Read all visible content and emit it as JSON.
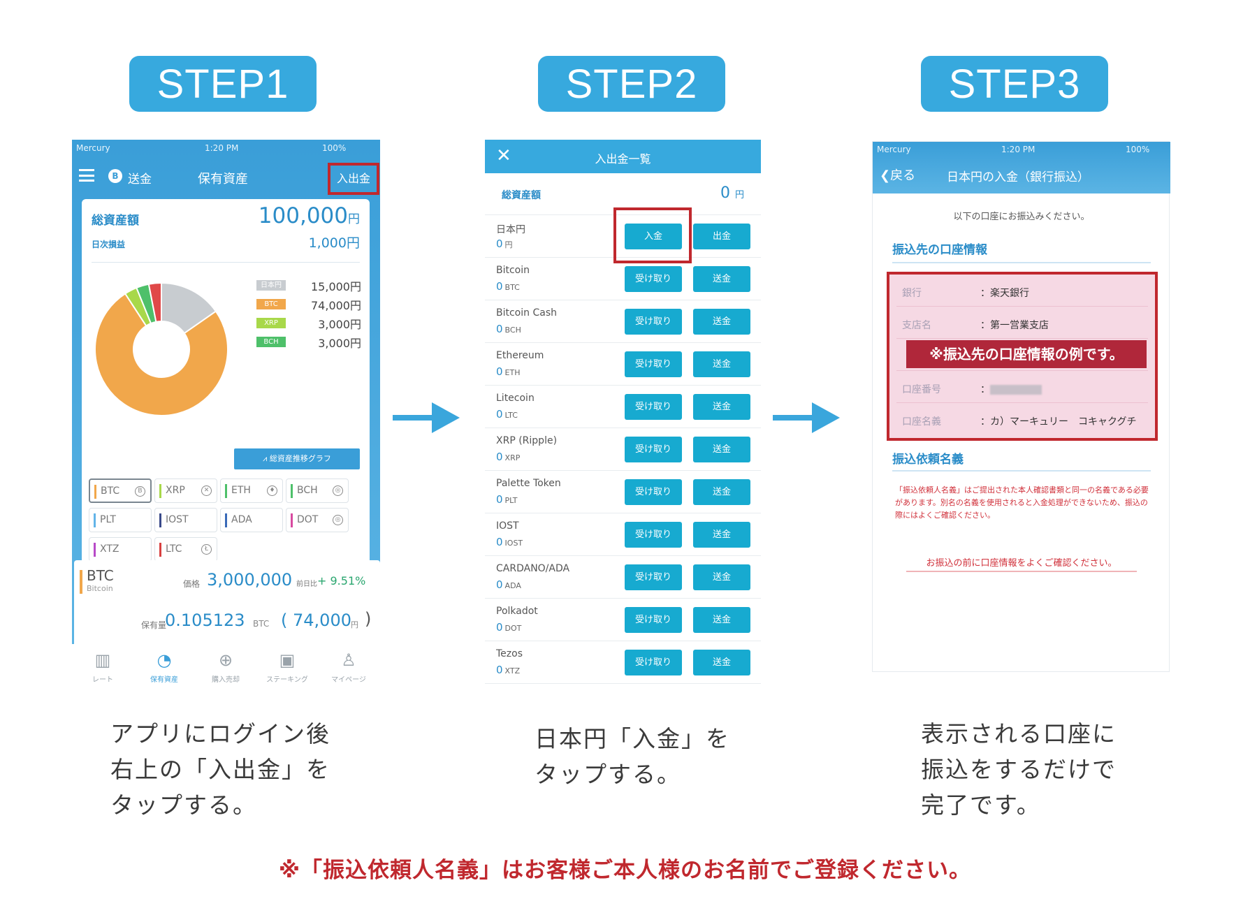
{
  "steps": [
    {
      "label": "STEP1",
      "caption": [
        "アプリにログイン後",
        "右上の「入出金」を",
        "タップする。"
      ]
    },
    {
      "label": "STEP2",
      "caption": [
        "日本円「入金」を",
        "タップする。"
      ]
    },
    {
      "label": "STEP3",
      "caption": [
        "表示される口座に",
        "振込をするだけで",
        "完了です。"
      ]
    }
  ],
  "footer_note": "※「振込依頼人名義」はお客様ご本人様のお名前でご登録ください。",
  "colors": {
    "step_badge": "#37a9de",
    "highlight": "#c0282e",
    "app_blue": "#3a9ed8"
  },
  "phone1": {
    "status": {
      "carrier": "Mercury",
      "time": "1:20 PM",
      "battery": "100%"
    },
    "nav": {
      "send_label": "送金",
      "title": "保有資産",
      "deposit_button": "入出金",
      "send_icon": "bitcoin-icon"
    },
    "total_label": "総資産額",
    "total_value": "100,000",
    "total_unit": "円",
    "daily_label": "日次損益",
    "daily_value": "1,000円",
    "allocation": [
      {
        "name": "日本円",
        "amount": "15,000円",
        "value": 15000,
        "color": "#c8ccd0"
      },
      {
        "name": "BTC",
        "amount": "74,000円",
        "value": 74000,
        "color": "#f1a74b"
      },
      {
        "name": "XRP",
        "amount": "3,000円",
        "value": 3000,
        "color": "#a8d84a"
      },
      {
        "name": "BCH",
        "amount": "3,000円",
        "value": 3000,
        "color": "#4ec06a"
      },
      {
        "name": "",
        "amount": "",
        "value": 3000,
        "color": "#e04848"
      }
    ],
    "graph_button": "総資産推移グラフ",
    "coins": [
      {
        "name": "BTC",
        "color": "#f1a74b",
        "icon": "B"
      },
      {
        "name": "XRP",
        "color": "#a8d84a",
        "icon": "✕"
      },
      {
        "name": "ETH",
        "color": "#4ec06a",
        "icon": "♦"
      },
      {
        "name": "BCH",
        "color": "#4ec06a",
        "icon": "◎"
      },
      {
        "name": "PLT",
        "color": "#62b4e8",
        "icon": ""
      },
      {
        "name": "IOST",
        "color": "#3a4a8a",
        "icon": ""
      },
      {
        "name": "ADA",
        "color": "#3a6ab8",
        "icon": ""
      },
      {
        "name": "DOT",
        "color": "#d84aa0",
        "icon": "◎"
      },
      {
        "name": "XTZ",
        "color": "#b84ac8",
        "icon": ""
      },
      {
        "name": "LTC",
        "color": "#d84040",
        "icon": "Ł"
      }
    ],
    "btc": {
      "name": "BTC",
      "sub": "Bitcoin",
      "price_label": "価格",
      "price": "3,000,000",
      "change_label": "前日比",
      "change": "+ 9.51%",
      "holding_label": "保有量",
      "holding": "0.105123",
      "holding_unit": "BTC",
      "jpy_open": "(",
      "jpy_value": "74,000",
      "jpy_unit": "円",
      "jpy_close": ")"
    },
    "tabs": [
      {
        "label": "レート",
        "icon": "chart-icon",
        "glyph": "▥"
      },
      {
        "label": "保有資産",
        "icon": "pie-icon",
        "glyph": "◔"
      },
      {
        "label": "購入売却",
        "icon": "plus-circle-icon",
        "glyph": "⊕"
      },
      {
        "label": "ステーキング",
        "icon": "safe-icon",
        "glyph": "▣"
      },
      {
        "label": "マイページ",
        "icon": "user-icon",
        "glyph": "♙"
      }
    ]
  },
  "phone2": {
    "header_title": "入出金一覧",
    "close_glyph": "✕",
    "total_label": "総資産額",
    "total_value": "0",
    "total_unit": "円",
    "rows": [
      {
        "name": "日本円",
        "amount": "0",
        "unit": "円",
        "btn_a": "入金",
        "btn_b": "出金"
      },
      {
        "name": "Bitcoin",
        "amount": "0",
        "unit": "BTC",
        "btn_a": "受け取り",
        "btn_b": "送金"
      },
      {
        "name": "Bitcoin Cash",
        "amount": "0",
        "unit": "BCH",
        "btn_a": "受け取り",
        "btn_b": "送金"
      },
      {
        "name": "Ethereum",
        "amount": "0",
        "unit": "ETH",
        "btn_a": "受け取り",
        "btn_b": "送金"
      },
      {
        "name": "Litecoin",
        "amount": "0",
        "unit": "LTC",
        "btn_a": "受け取り",
        "btn_b": "送金"
      },
      {
        "name": "XRP (Ripple)",
        "amount": "0",
        "unit": "XRP",
        "btn_a": "受け取り",
        "btn_b": "送金"
      },
      {
        "name": "Palette Token",
        "amount": "0",
        "unit": "PLT",
        "btn_a": "受け取り",
        "btn_b": "送金"
      },
      {
        "name": "IOST",
        "amount": "0",
        "unit": "IOST",
        "btn_a": "受け取り",
        "btn_b": "送金"
      },
      {
        "name": "CARDANO/ADA",
        "amount": "0",
        "unit": "ADA",
        "btn_a": "受け取り",
        "btn_b": "送金"
      },
      {
        "name": "Polkadot",
        "amount": "0",
        "unit": "DOT",
        "btn_a": "受け取り",
        "btn_b": "送金"
      },
      {
        "name": "Tezos",
        "amount": "0",
        "unit": "XTZ",
        "btn_a": "受け取り",
        "btn_b": "送金"
      }
    ]
  },
  "phone3": {
    "status": {
      "carrier": "Mercury",
      "time": "1:20 PM",
      "battery": "100%"
    },
    "back_label": "戻る",
    "title": "日本円の入金（銀行振込）",
    "instruction": "以下の口座にお振込みください。",
    "section1": "振込先の口座情報",
    "account": [
      {
        "key": "銀行",
        "value": "：楽天銀行"
      },
      {
        "key": "支店名",
        "value": "：第一営業支店"
      },
      {
        "key": "",
        "value": ""
      },
      {
        "key": "口座番号",
        "value": "："
      },
      {
        "key": "口座名義",
        "value": "：カ）マーキュリー　コキャクグチ"
      }
    ],
    "overlay_note": "※振込先の口座情報の例です。",
    "section2": "振込依頼名義",
    "warning": "「振込依頼人名義」はご提出された本人確認書類と同一の名義である必要があります。別名の名義を使用されると入金処理ができないため、振込の際にはよくご確認ください。",
    "confirm": "お振込の前に口座情報をよくご確認ください。"
  }
}
